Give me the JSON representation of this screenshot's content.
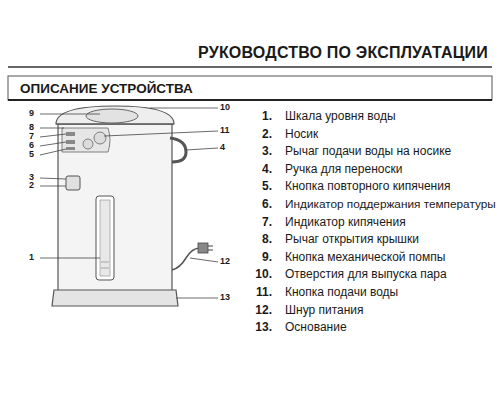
{
  "diagram": {
    "title": "РУКОВОДСТВО ПО ЭКСПЛУАТАЦИИ",
    "labels": [
      "ОПИСАНИЕ УСТРОЙСТВА",
      "9",
      "8",
      "7",
      "6",
      "5",
      "3",
      "2",
      "1",
      "10",
      "11",
      "4",
      "12",
      "13",
      "1.",
      "Шкала уровня воды",
      "2.",
      "Носик",
      "3.",
      "Рычаг подачи воды на носике",
      "4.",
      "Ручка для переноски",
      "5.",
      "Кнопка повторного кипячения",
      "6.",
      "Индикатор поддержания температуры",
      "7.",
      "Индикатор кипячения",
      "8.",
      "Рычаг открытия крышки",
      "9.",
      "Кнопка механической помпы",
      "10.",
      "Отверстия для выпуска пара",
      "11.",
      "Кнопка подачи воды",
      "12.",
      "Шнур питания",
      "13.",
      "Основание"
    ]
  }
}
